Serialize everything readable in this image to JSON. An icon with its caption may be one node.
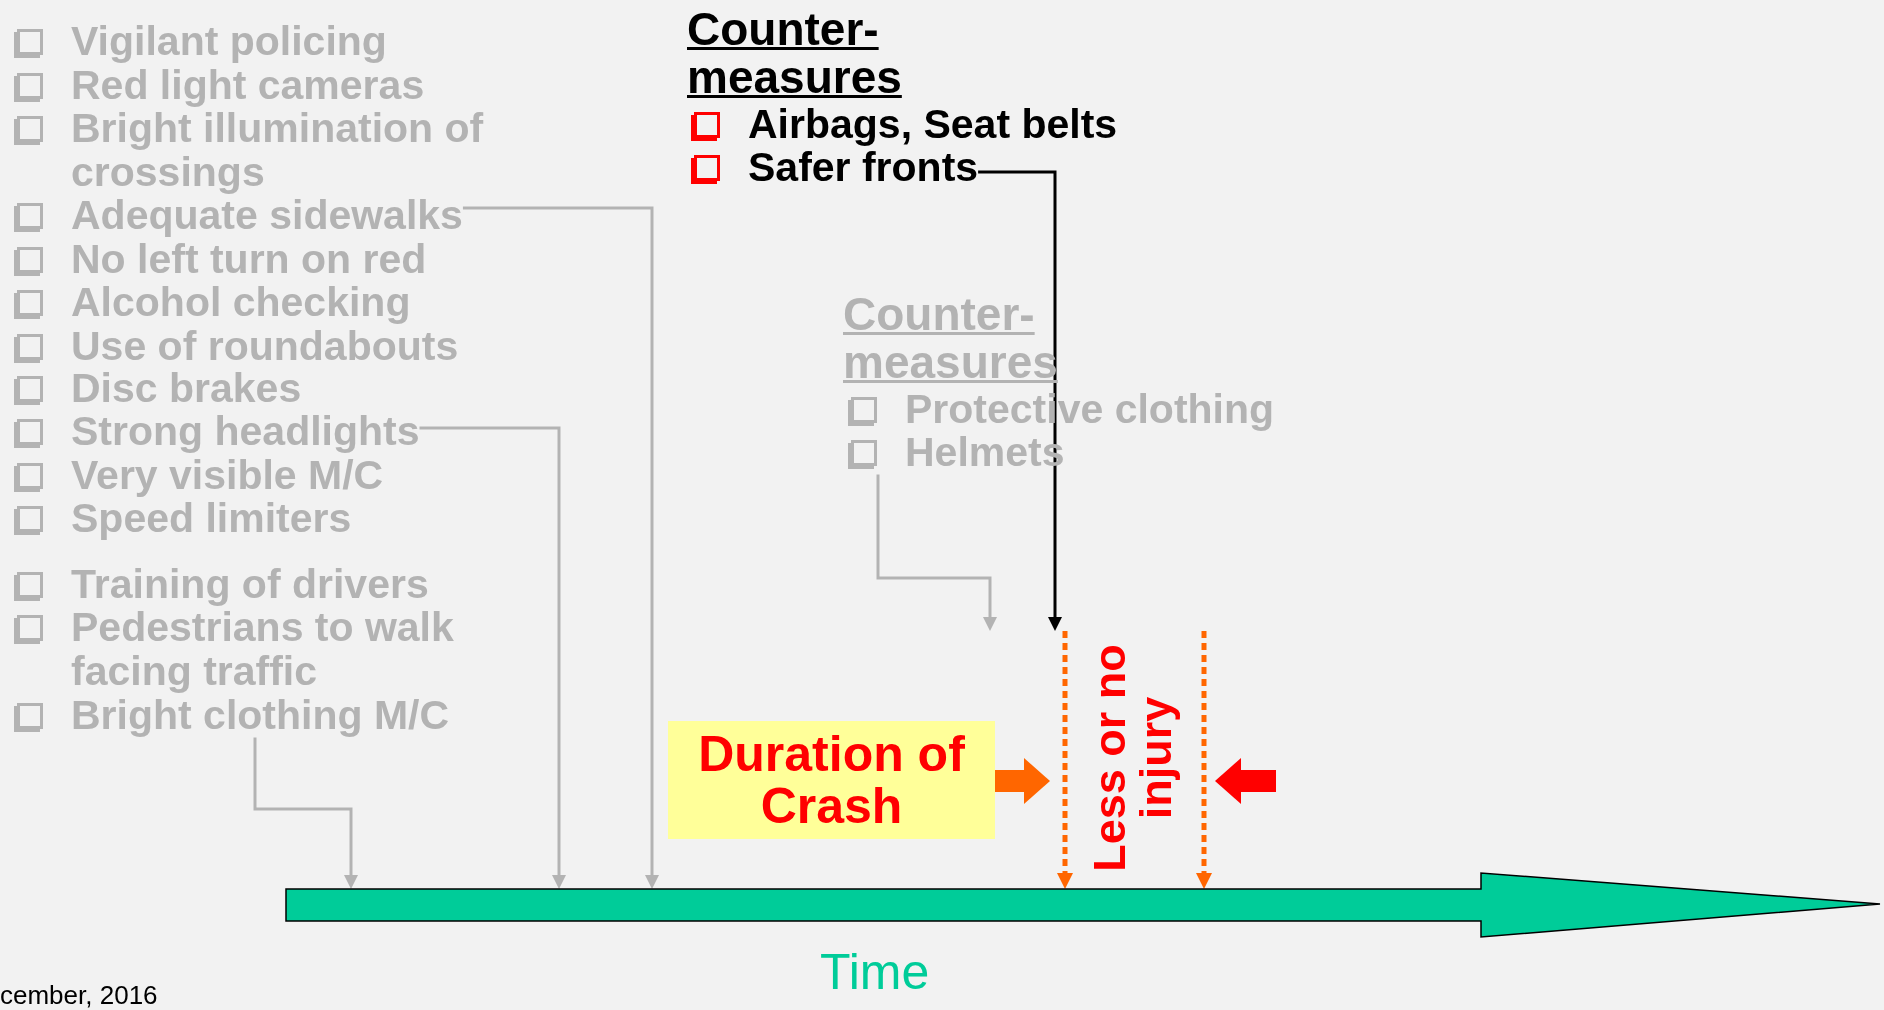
{
  "diagram": {
    "nodes": [
      {
        "text": [
          "Vigilant policing"
        ]
      },
      {
        "text": [
          "Red light cameras"
        ]
      },
      {
        "text": [
          "Bright illumination of crossings"
        ]
      },
      {
        "text": [
          "Adequate sidewalks"
        ]
      },
      {
        "text": [
          "No left turn on red"
        ]
      },
      {
        "text": [
          "Alcohol checking"
        ]
      },
      {
        "text": [
          "Use of roundabouts"
        ]
      },
      {
        "text": [
          "Disc brakes"
        ]
      },
      {
        "text": [
          "Strong headlights"
        ]
      },
      {
        "text": [
          "Very visible M/C"
        ]
      },
      {
        "text": [
          "Speed limiters"
        ]
      },
      {
        "text": [
          "Training of drivers"
        ]
      },
      {
        "text": [
          "Pedestrians to walk facing traffic"
        ]
      },
      {
        "text": [
          "Bright clothing M/C"
        ]
      },
      {
        "text": [
          "Airbags, Seat belts"
        ]
      },
      {
        "text": [
          "Safer fronts"
        ]
      },
      {
        "text": [
          "Protective clothing"
        ]
      },
      {
        "text": [
          "Helmets"
        ]
      },
      {
        "text": [
          "Duration of Crash"
        ]
      },
      {
        "text": [
          "Less or no injury"
        ]
      },
      {
        "text": [],
        "shape": "arrow",
        "beside": [
          "Time"
        ]
      }
    ],
    "edges": [
      {
        "from": 3,
        "to": 20,
        "arrow": "to"
      },
      {
        "from": 8,
        "to": 20,
        "arrow": "to"
      },
      {
        "from": 13,
        "to": 20,
        "arrow": "to"
      },
      {
        "from": 17,
        "to": null,
        "arrow": "to"
      },
      {
        "from": 15,
        "to": 19,
        "arrow": "to",
        "color": "#000000"
      },
      {
        "from": 18,
        "to": 19,
        "arrow": "to",
        "style": "thick",
        "color": "#ff6600"
      },
      {
        "from": null,
        "to": 19,
        "arrow": "to",
        "style": "thick",
        "color": "#ff0000"
      },
      {
        "from": 19,
        "to": 20,
        "arrow": "to",
        "style": "dashed",
        "color": "#ff6600"
      },
      {
        "from": 19,
        "to": 20,
        "arrow": "to",
        "style": "dashed",
        "color": "#ff6600"
      }
    ],
    "labels": [
      "Counter- measures",
      "Counter- measures",
      "cember, 2016"
    ]
  }
}
